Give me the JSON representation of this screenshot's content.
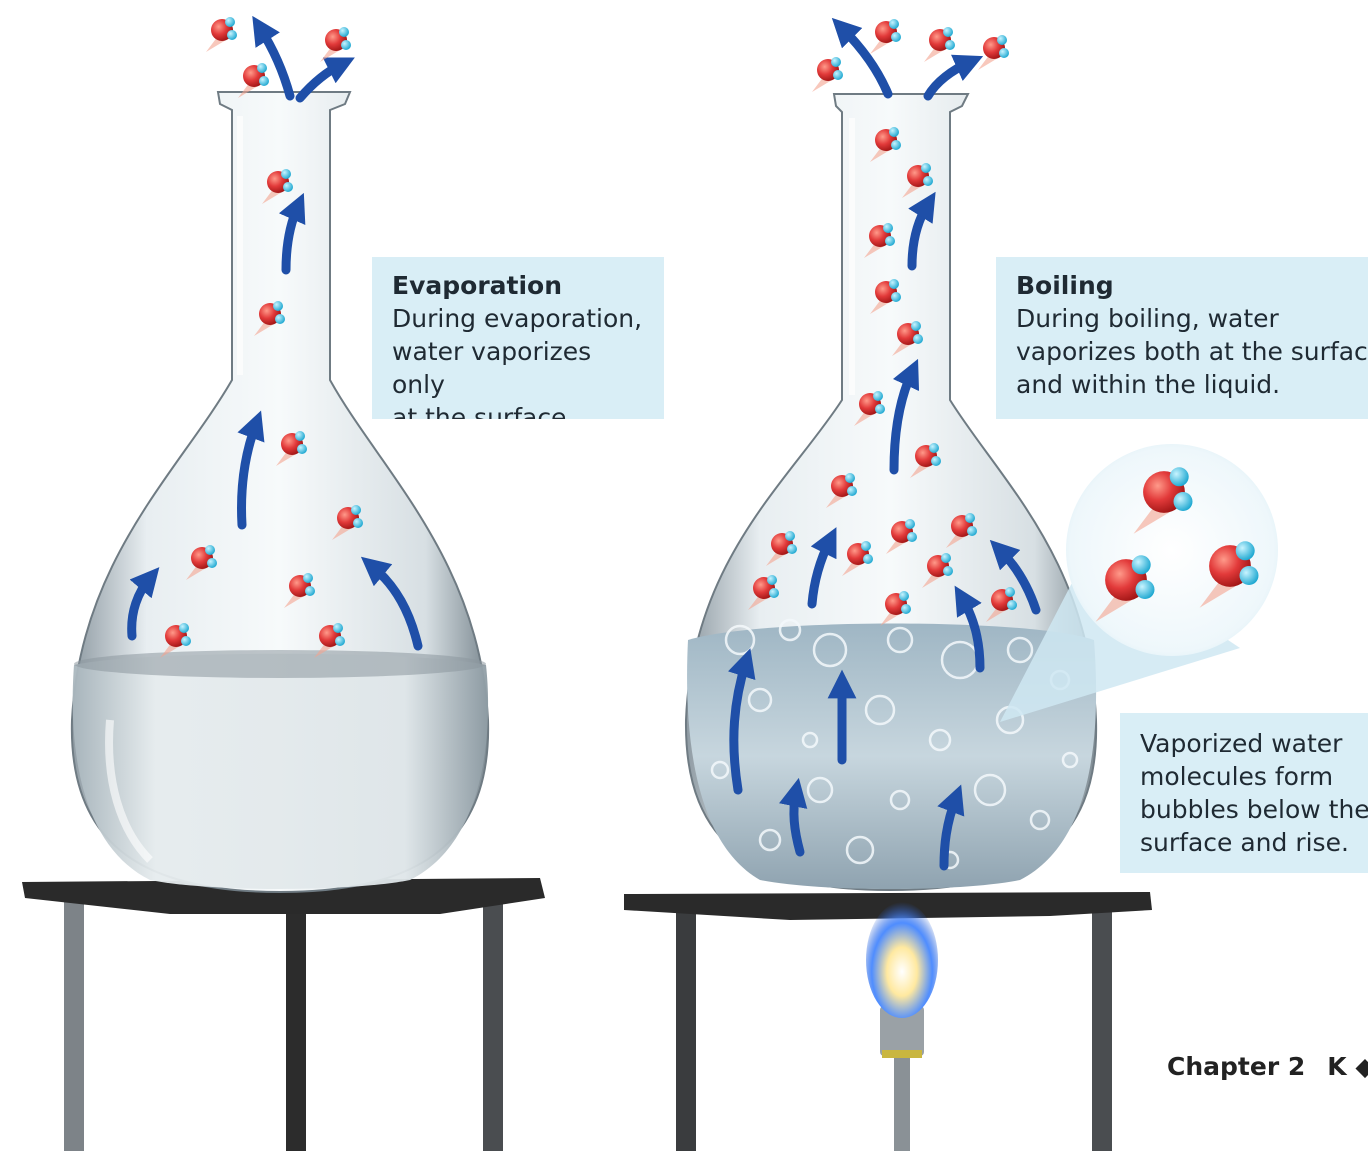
{
  "evaporation": {
    "title": "Evaporation",
    "text": "During evaporation,\nwater vaporizes only\nat the surface."
  },
  "boiling": {
    "title": "Boiling",
    "text": "During boiling, water\nvaporizes both at the surface\nand within the liquid."
  },
  "bubble_note": {
    "text": "Vaporized water\nmolecules form\nbubbles below the\nsurface and rise."
  },
  "footer": {
    "chapter": "Chapter 2",
    "letter": "K",
    "bullet": "◆"
  },
  "colors": {
    "callout_bg": "#d9eef6",
    "arrow": "#1f4fa8",
    "oxygen": "#e23a3a",
    "hydrogen": "#35c6e6",
    "stand": "#2a2a2a",
    "flame": "#3a7cff"
  },
  "icons": [
    "water-molecule-icon",
    "up-arrow-icon",
    "flame-icon"
  ]
}
